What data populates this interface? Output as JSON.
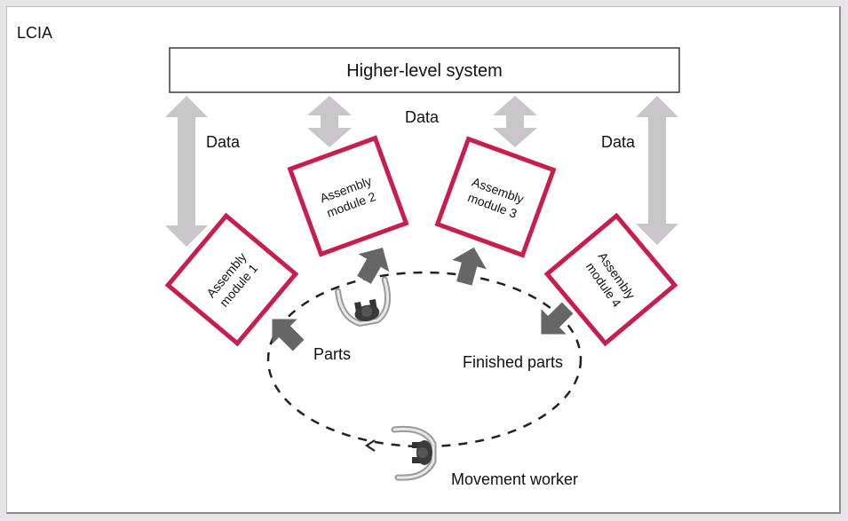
{
  "diagram": {
    "frame_title": "LCIA",
    "higher_level_system": "Higher-level system",
    "data_labels": [
      "Data",
      "Data",
      "Data"
    ],
    "modules": [
      {
        "line1": "Assembly",
        "line2": "module 1"
      },
      {
        "line1": "Assembly",
        "line2": "module 2"
      },
      {
        "line1": "Assembly",
        "line2": "module 3"
      },
      {
        "line1": "Assembly",
        "line2": "module 4"
      }
    ],
    "flow_labels": {
      "parts": "Parts",
      "finished_parts": "Finished parts",
      "movement_worker": "Movement worker"
    },
    "colors": {
      "module_border": "#c81e4e",
      "data_arrow": "#c8c6c8",
      "flow_arrow": "#666666",
      "dashed_path": "#222222"
    }
  }
}
